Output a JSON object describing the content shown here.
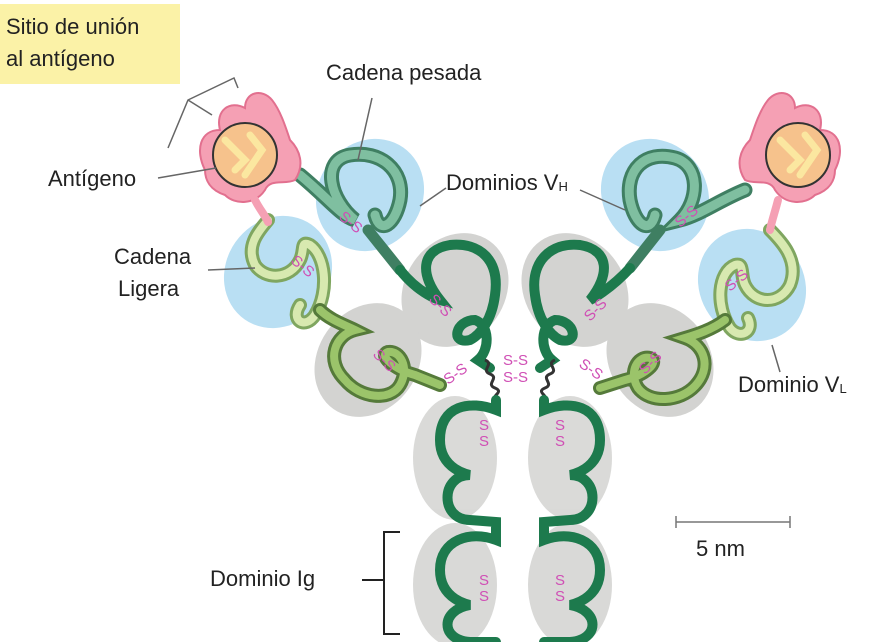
{
  "labels": {
    "binding_site_line1": "Sitio de unión",
    "binding_site_line2": "al antígeno",
    "heavy_chain": "Cadena pesada",
    "antigen": "Antígeno",
    "vh_domains_main": "Dominios V",
    "vh_domains_sub": "H",
    "light_chain_line1": "Cadena",
    "light_chain_line2": "Ligera",
    "vl_domain_main": "Dominio V",
    "vl_domain_sub": "L",
    "ig_domain": "Dominio Ig",
    "scale_bar": "5 nm"
  },
  "disulfide_label": "S-S",
  "colors": {
    "heavy_chain": "#1d7a4d",
    "heavy_variable": "#5a9e7e",
    "light_chain_variable": "#d8e9b0",
    "light_chain_constant": "#9bc46a",
    "variable_region_bg": "#b9dff3",
    "constant_region_bg": "#d3d3d1",
    "disulfide": "#d04fb5",
    "antigen_fill": "#f6c28c",
    "antigen_core": "#fbe7a0",
    "hypervariable_loops": "#f5a0b4",
    "highlight": "#fbf2a7"
  }
}
